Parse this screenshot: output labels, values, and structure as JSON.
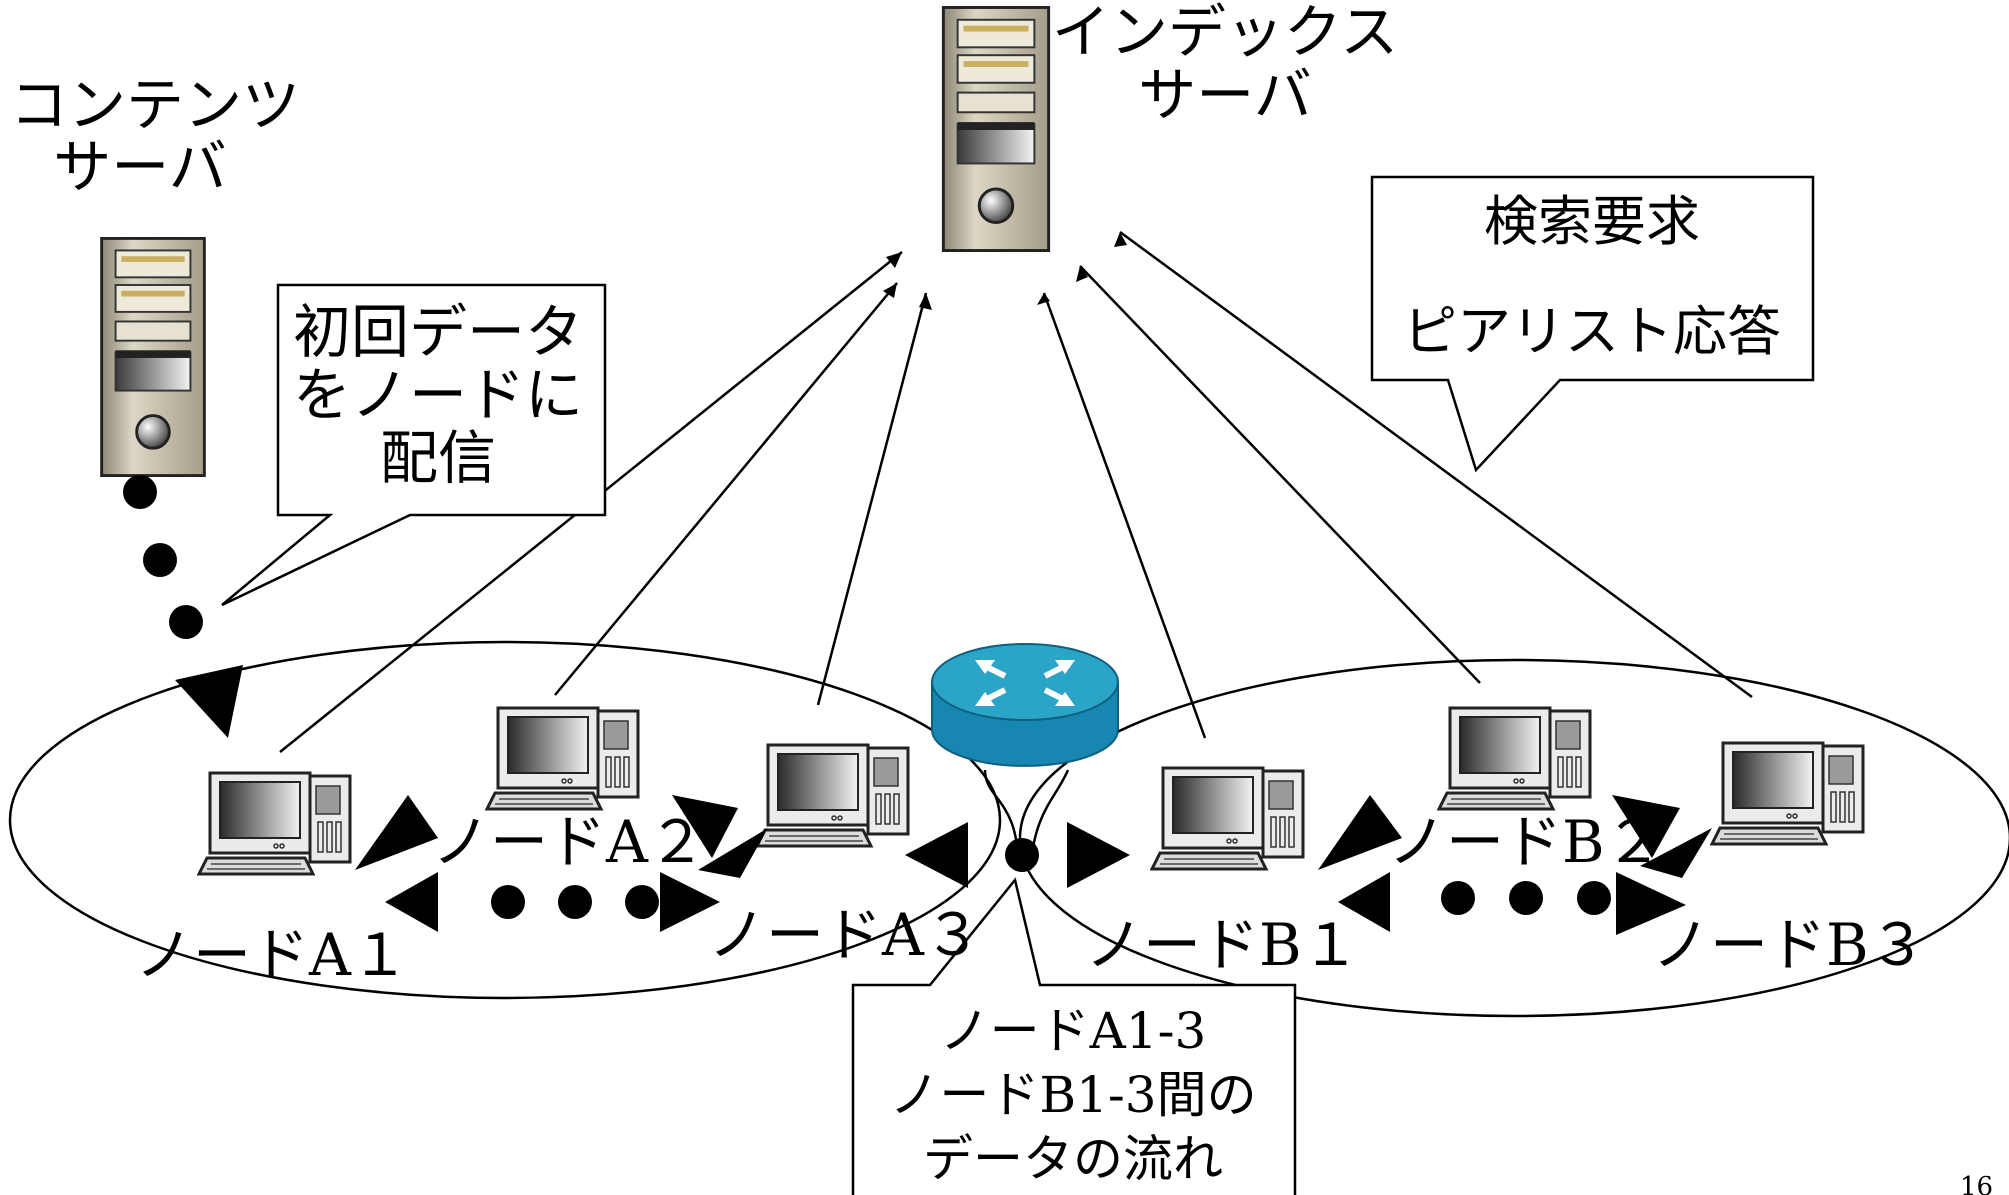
{
  "content_server": {
    "line1": "コンテンツ",
    "line2": "サーバ"
  },
  "index_server": {
    "line1": "インデックス",
    "line2": "サーバ"
  },
  "callout_initial": {
    "line1": "初回データ",
    "line2": "をノードに",
    "line3": "配信"
  },
  "callout_search": {
    "line1": "検索要求",
    "line2": "ピアリスト応答"
  },
  "callout_flow": {
    "line1": "ノードA1-3",
    "line2": "ノードB1-3間の",
    "line3": "データの流れ"
  },
  "nodes": {
    "a1": "ノードA１",
    "a2": "ノードA２",
    "a3": "ノードA３",
    "b1": "ノードB１",
    "b2": "ノードB２",
    "b3": "ノードB３"
  },
  "page_number": "16",
  "colors": {
    "router": "#2aa5c8",
    "server": "#d8d2c0",
    "line": "#000000"
  }
}
